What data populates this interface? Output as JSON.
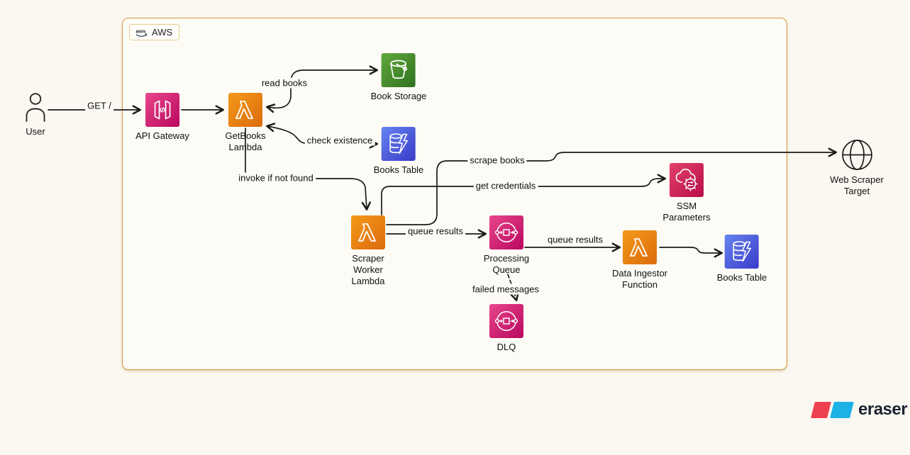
{
  "diagram": {
    "group": {
      "label": "AWS",
      "logo": "aws-smile-logo"
    },
    "nodes": {
      "user": {
        "label": "User",
        "icon": "user-icon"
      },
      "api_gateway": {
        "label": "API Gateway",
        "icon": "api-gateway-icon"
      },
      "getbooks_lambda": {
        "label": "GetBooks Lambda",
        "icon": "lambda-icon"
      },
      "book_storage": {
        "label": "Book Storage",
        "icon": "s3-bucket-icon"
      },
      "books_table_1": {
        "label": "Books Table",
        "icon": "dynamodb-icon"
      },
      "scraper_worker_lambda": {
        "label": "Scraper Worker Lambda",
        "icon": "lambda-icon"
      },
      "processing_queue": {
        "label": "Processing Queue",
        "icon": "sqs-queue-icon"
      },
      "ssm_parameters": {
        "label": "SSM Parameters",
        "icon": "ssm-parameters-icon"
      },
      "data_ingestor_function": {
        "label": "Data Ingestor Function",
        "icon": "lambda-icon"
      },
      "books_table_2": {
        "label": "Books Table",
        "icon": "dynamodb-icon"
      },
      "dlq": {
        "label": "DLQ",
        "icon": "sqs-queue-icon"
      },
      "web_scraper_target": {
        "label": "Web Scraper Target",
        "icon": "globe-icon"
      }
    },
    "edges": {
      "user_to_api_gateway": {
        "label": "GET /",
        "from": "user",
        "to": "api_gateway",
        "direction": "forward",
        "line": "solid"
      },
      "api_gateway_to_getbooks": {
        "label": "",
        "from": "api_gateway",
        "to": "getbooks_lambda",
        "direction": "forward",
        "line": "solid"
      },
      "getbooks_book_storage": {
        "label": "read books",
        "from": "getbooks_lambda",
        "to": "book_storage",
        "direction": "both",
        "line": "solid"
      },
      "getbooks_books_table": {
        "label": "check existence",
        "from": "getbooks_lambda",
        "to": "books_table_1",
        "direction": "both",
        "line": "solid"
      },
      "getbooks_to_scraper": {
        "label": "invoke if not found",
        "from": "getbooks_lambda",
        "to": "scraper_worker_lambda",
        "direction": "forward",
        "line": "solid"
      },
      "scraper_to_target": {
        "label": "scrape books",
        "from": "scraper_worker_lambda",
        "to": "web_scraper_target",
        "direction": "forward",
        "line": "solid"
      },
      "scraper_to_ssm": {
        "label": "get credentials",
        "from": "scraper_worker_lambda",
        "to": "ssm_parameters",
        "direction": "forward",
        "line": "solid"
      },
      "scraper_to_queue": {
        "label": "queue results",
        "from": "scraper_worker_lambda",
        "to": "processing_queue",
        "direction": "forward",
        "line": "solid"
      },
      "queue_to_ingestor": {
        "label": "queue results",
        "from": "processing_queue",
        "to": "data_ingestor_function",
        "direction": "forward",
        "line": "solid"
      },
      "ingestor_to_books_table": {
        "label": "",
        "from": "data_ingestor_function",
        "to": "books_table_2",
        "direction": "forward",
        "line": "solid"
      },
      "queue_to_dlq": {
        "label": "failed messages",
        "from": "processing_queue",
        "to": "dlq",
        "direction": "forward",
        "line": "dashed"
      }
    },
    "colors": {
      "canvas_bg": "#FBF8F1",
      "group_bg": "#FDFBF5",
      "group_border": "#D99C3C",
      "badge_border": "#E6CC96",
      "line": "#1A1A1A",
      "label_text": "#111111",
      "lambda_a": "#F59A1A",
      "lambda_b": "#DB6B0D",
      "s3_a": "#63A83C",
      "s3_b": "#2E7220",
      "db_a": "#6684F0",
      "db_b": "#3A3BC8",
      "pink_a": "#E8468B",
      "pink_b": "#B9085E",
      "ssm_a": "#E2426A",
      "ssm_b": "#B80D49",
      "eraser_red": "#EF404F",
      "eraser_blue": "#1CB2E8",
      "eraser_text": "#1A2430"
    },
    "watermark": {
      "brand": "eraser"
    }
  }
}
